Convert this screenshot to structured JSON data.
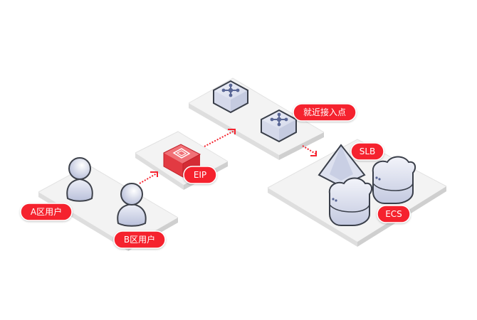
{
  "diagram": {
    "title": "",
    "colors": {
      "accent": "#f5222d",
      "platform_top": "#f4f4f4",
      "platform_side": "#dcdcdc",
      "icon_fill": "#d6dbec",
      "icon_stroke": "#3a3f4a",
      "icon_glyph": "#5a6796",
      "eip_fill": "#e8424a"
    },
    "labels": {
      "user_a": "A区用户",
      "user_b": "B区用户",
      "eip": "EIP",
      "access_point": "就近接入点",
      "slb": "SLB",
      "ecs": "ECS"
    },
    "nodes": [
      {
        "id": "user-a",
        "icon": "user-icon",
        "label": "A区用户"
      },
      {
        "id": "user-b",
        "icon": "user-icon",
        "label": "B区用户"
      },
      {
        "id": "eip",
        "icon": "eip-chip-icon",
        "label": "EIP"
      },
      {
        "id": "access-point-1",
        "icon": "router-icon",
        "label": ""
      },
      {
        "id": "access-point-2",
        "icon": "router-icon",
        "label": "就近接入点"
      },
      {
        "id": "slb",
        "icon": "pyramid-icon",
        "label": "SLB"
      },
      {
        "id": "ecs-1",
        "icon": "cloud-server-icon",
        "label": ""
      },
      {
        "id": "ecs-2",
        "icon": "cloud-server-icon",
        "label": "ECS"
      }
    ],
    "edges": [
      {
        "from": "user-b",
        "to": "eip",
        "style": "dotted-arrow"
      },
      {
        "from": "eip",
        "to": "access-point",
        "style": "dotted-arrow"
      },
      {
        "from": "access-point",
        "to": "slb",
        "style": "dotted-arrow"
      }
    ]
  }
}
